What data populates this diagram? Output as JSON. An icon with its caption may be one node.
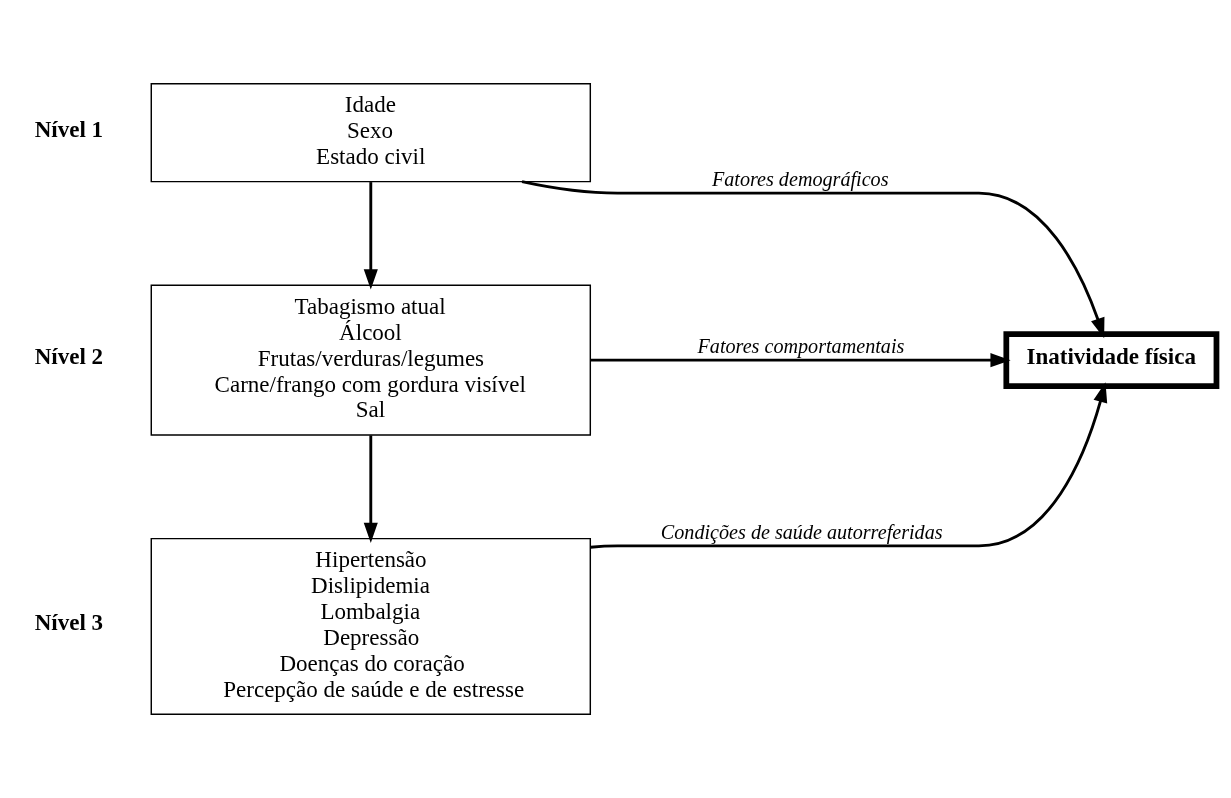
{
  "diagram": {
    "nodes": [
      {
        "text": [
          "Idade",
          "Sexo",
          "Estado civil"
        ],
        "beside": [
          "Nível 1"
        ]
      },
      {
        "text": [
          "Tabagismo atual",
          "Álcool",
          "Frutas/verduras/legumes",
          "Carne/frango com gordura visível",
          "Sal"
        ],
        "beside": [
          "Nível 2"
        ]
      },
      {
        "text": [
          "Hipertensão",
          "Dislipidemia",
          "Lombalgia",
          "Depressão",
          "Doenças do coração",
          "Percepção de saúde e de estresse"
        ],
        "beside": [
          "Nível 3"
        ]
      },
      {
        "text": [
          "Inatividade física"
        ]
      }
    ],
    "edges": [
      {
        "from": 0,
        "to": 1,
        "arrow": "to"
      },
      {
        "from": 1,
        "to": 2,
        "arrow": "to"
      },
      {
        "from": 0,
        "to": 3,
        "arrow": "to",
        "label": "Fatores demográficos"
      },
      {
        "from": 1,
        "to": 3,
        "arrow": "to",
        "label": "Fatores comportamentais"
      },
      {
        "from": 2,
        "to": 3,
        "arrow": "to",
        "label": "Condições de saúde autorreferidas"
      }
    ]
  }
}
